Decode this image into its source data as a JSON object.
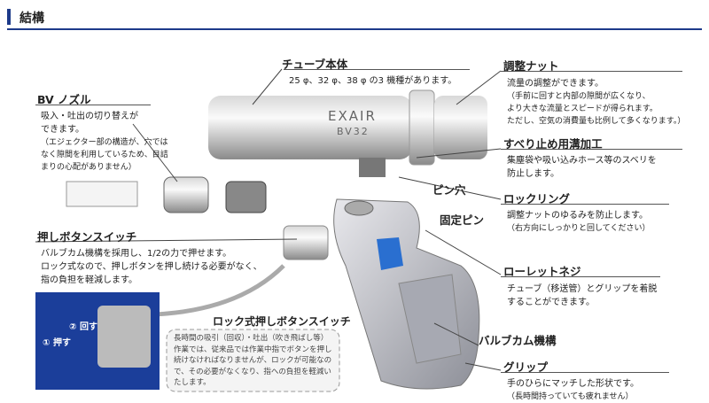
{
  "title": "結構",
  "tube": {
    "heading": "チューブ本体",
    "desc": "25 φ、32 φ、38 φ の3 機種があります。",
    "brand": "EXAIR",
    "model": "BV32"
  },
  "nut": {
    "heading": "調整ナット",
    "desc": "流量の調整ができます。",
    "notes": [
      "（手前に回すと内部の隙間が広くなり、",
      "より大きな流量とスピードが得られます。",
      "ただし、空気の消費量も比例して多くなります。）"
    ]
  },
  "groove": {
    "heading": "すべり止め用溝加工",
    "lines": [
      "集塵袋や吸い込みホース等のスベリを",
      "防止します。"
    ]
  },
  "pin_hole": "ピン穴",
  "lock_ring": {
    "heading": "ロックリング",
    "desc": "調整ナットのゆるみを防止します。",
    "note": "（右方向にしっかりと回してください）"
  },
  "fixed_pin": "固定ピン",
  "nozzle": {
    "heading": "BV ノズル",
    "lines": [
      "吸入・吐出の切り替えが",
      "できます。"
    ],
    "notes": [
      "（エジェクター部の構造が、穴では",
      "なく隙間を利用しているため、目詰",
      "まりの心配がありません）"
    ]
  },
  "button": {
    "heading": "押しボタンスイッチ",
    "lines": [
      "バルブカム機構を採用し、1/2の力で押せます。",
      "ロック式なので、押しボタンを押し続ける必要がなく、",
      "指の負担を軽減します。"
    ]
  },
  "knurl": {
    "heading": "ローレットネジ",
    "lines": [
      "チューブ（移送管）とグリップを着脱",
      "することができます。"
    ]
  },
  "valve_cam": "バルブカム機構",
  "grip": {
    "heading": "グリップ",
    "desc": "手のひらにマッチした形状です。",
    "note": "（長時間持っていても疲れません）"
  },
  "inset": {
    "step1": "① 押す",
    "step2": "② 回す"
  },
  "lock_switch": {
    "heading": "ロック式押しボタンスイッチ",
    "lines": [
      "長時間の吸引（回収）・吐出（吹き飛ばし等）",
      "作業では、従来品では作業中指でボタンを押し",
      "続けなければなりませんが、ロックが可能なの",
      "で、その必要がなくなり、指への負担を軽減い",
      "たします。"
    ]
  }
}
